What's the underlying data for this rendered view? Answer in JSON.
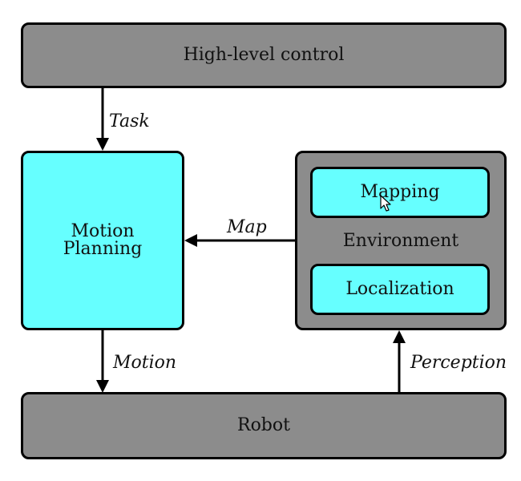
{
  "nodes": {
    "high_level_control": "High-level control",
    "motion_planning_line1": "Motion",
    "motion_planning_line2": "Planning",
    "environment": "Environment",
    "mapping": "Mapping",
    "localization": "Localization",
    "robot": "Robot"
  },
  "edges": {
    "task": "Task",
    "map": "Map",
    "motion": "Motion",
    "perception": "Perception"
  },
  "colors": {
    "gray_box": "#8c8c8c",
    "cyan_box": "#66ffff",
    "stroke": "#000000"
  },
  "cursor": "arrow-cursor-icon"
}
